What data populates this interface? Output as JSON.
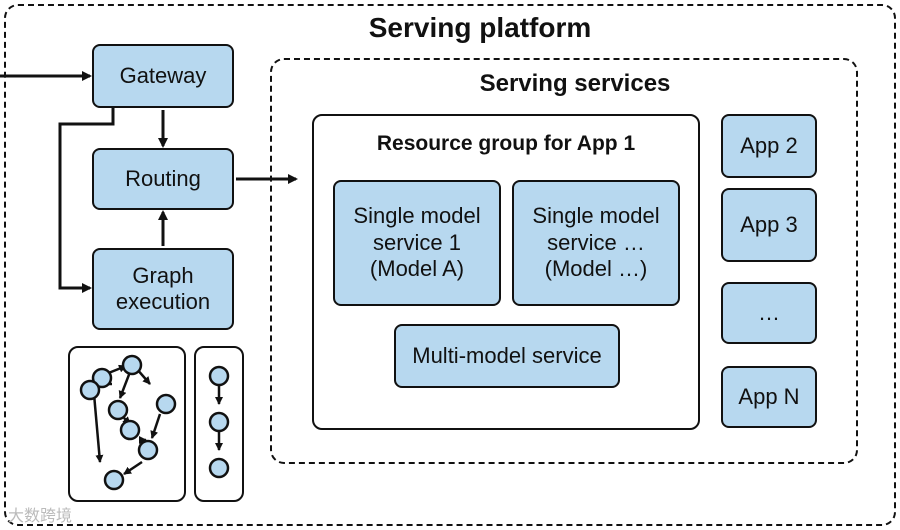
{
  "platform": {
    "title": "Serving platform"
  },
  "services": {
    "title": "Serving services"
  },
  "resource_group": {
    "title": "Resource group for App 1",
    "single_model_1": "Single model\nservice 1\n(Model A)",
    "single_model_n": "Single model\nservice …\n(Model …)",
    "multi_model": "Multi-model service"
  },
  "apps": [
    "App 2",
    "App 3",
    "…",
    "App N"
  ],
  "left_column": {
    "gateway": "Gateway",
    "routing": "Routing",
    "graph_execution": "Graph\nexecution"
  },
  "watermark": "大数跨境",
  "colors": {
    "node_fill": "#b7d8ef",
    "stroke": "#111111"
  }
}
